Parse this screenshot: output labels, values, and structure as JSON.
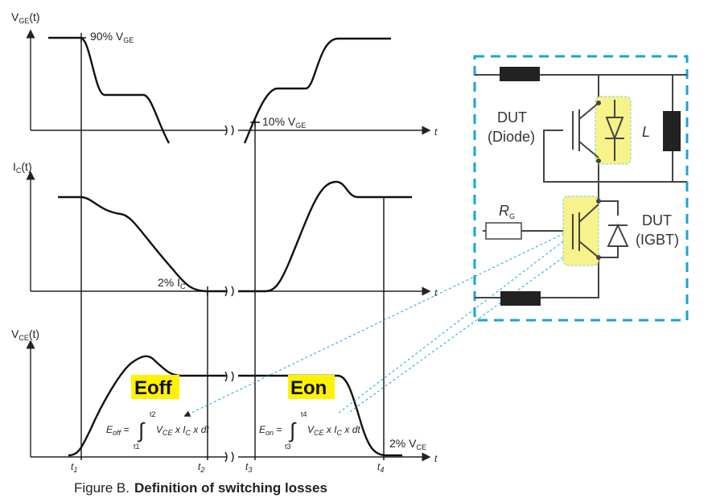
{
  "waveforms": {
    "vge_label": "V",
    "vge_sub": "GE",
    "vge_suffix": "(t)",
    "ic_label": "I",
    "ic_sub": "C",
    "ic_suffix": "(t)",
    "vce_label": "V",
    "vce_sub": "CE",
    "vce_suffix": "(t)",
    "t_axis": "t",
    "ann_90": "90% V",
    "ann_90_sub": "GE",
    "ann_10": "10% V",
    "ann_10_sub": "GE",
    "ann_2ic": "2% I",
    "ann_2ic_sub": "C",
    "ann_2vce": "2% V",
    "ann_2vce_sub": "CE",
    "ticks": [
      {
        "name": "t",
        "sub": "1"
      },
      {
        "name": "t",
        "sub": "2"
      },
      {
        "name": "t",
        "sub": "3"
      },
      {
        "name": "t",
        "sub": "4"
      }
    ]
  },
  "energy": {
    "eoff_label": "Eoff",
    "eon_label": "Eon",
    "eoff_lhs": "E",
    "eoff_lhs_sub": "off",
    "eon_lhs": "E",
    "eon_lhs_sub": "on",
    "integral_body": "V",
    "integral_body_sub1": "CE",
    "integral_mid": " x I",
    "integral_body_sub2": "C",
    "integral_tail": " x dt",
    "eoff_lower": "t1",
    "eoff_upper": "t2",
    "eon_lower": "t3",
    "eon_upper": "t4"
  },
  "circuit": {
    "dut_diode_line1": "DUT",
    "dut_diode_line2": "(Diode)",
    "dut_igbt_line1": "DUT",
    "dut_igbt_line2": "(IGBT)",
    "inductor_label": "L",
    "rg_label": "R",
    "rg_sub": "G"
  },
  "caption": {
    "prefix": "Figure B.",
    "title": "Definition of switching losses"
  },
  "colors": {
    "highlight": "#fff200",
    "dashed_box": "#1aa3d9",
    "component_fill": "#f7f38a"
  }
}
